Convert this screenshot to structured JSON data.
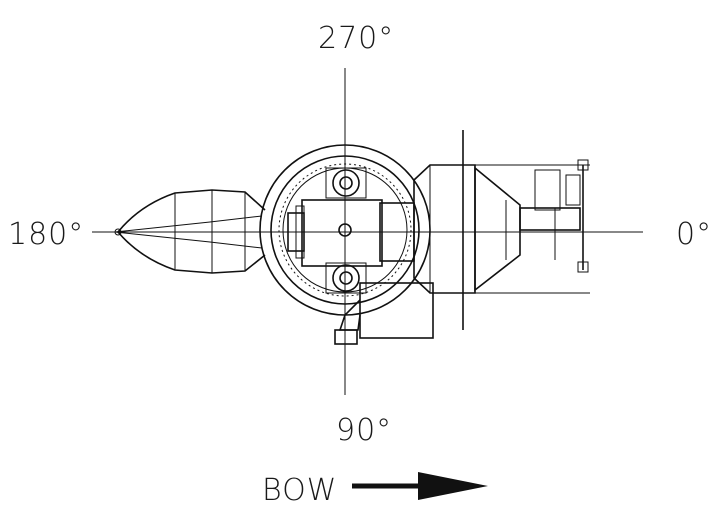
{
  "labels": {
    "top": "270°",
    "bottom": "90°",
    "left": "180°",
    "right": "0°",
    "direction": "BOW"
  },
  "colors": {
    "line": "#111111",
    "background": "#ffffff"
  }
}
